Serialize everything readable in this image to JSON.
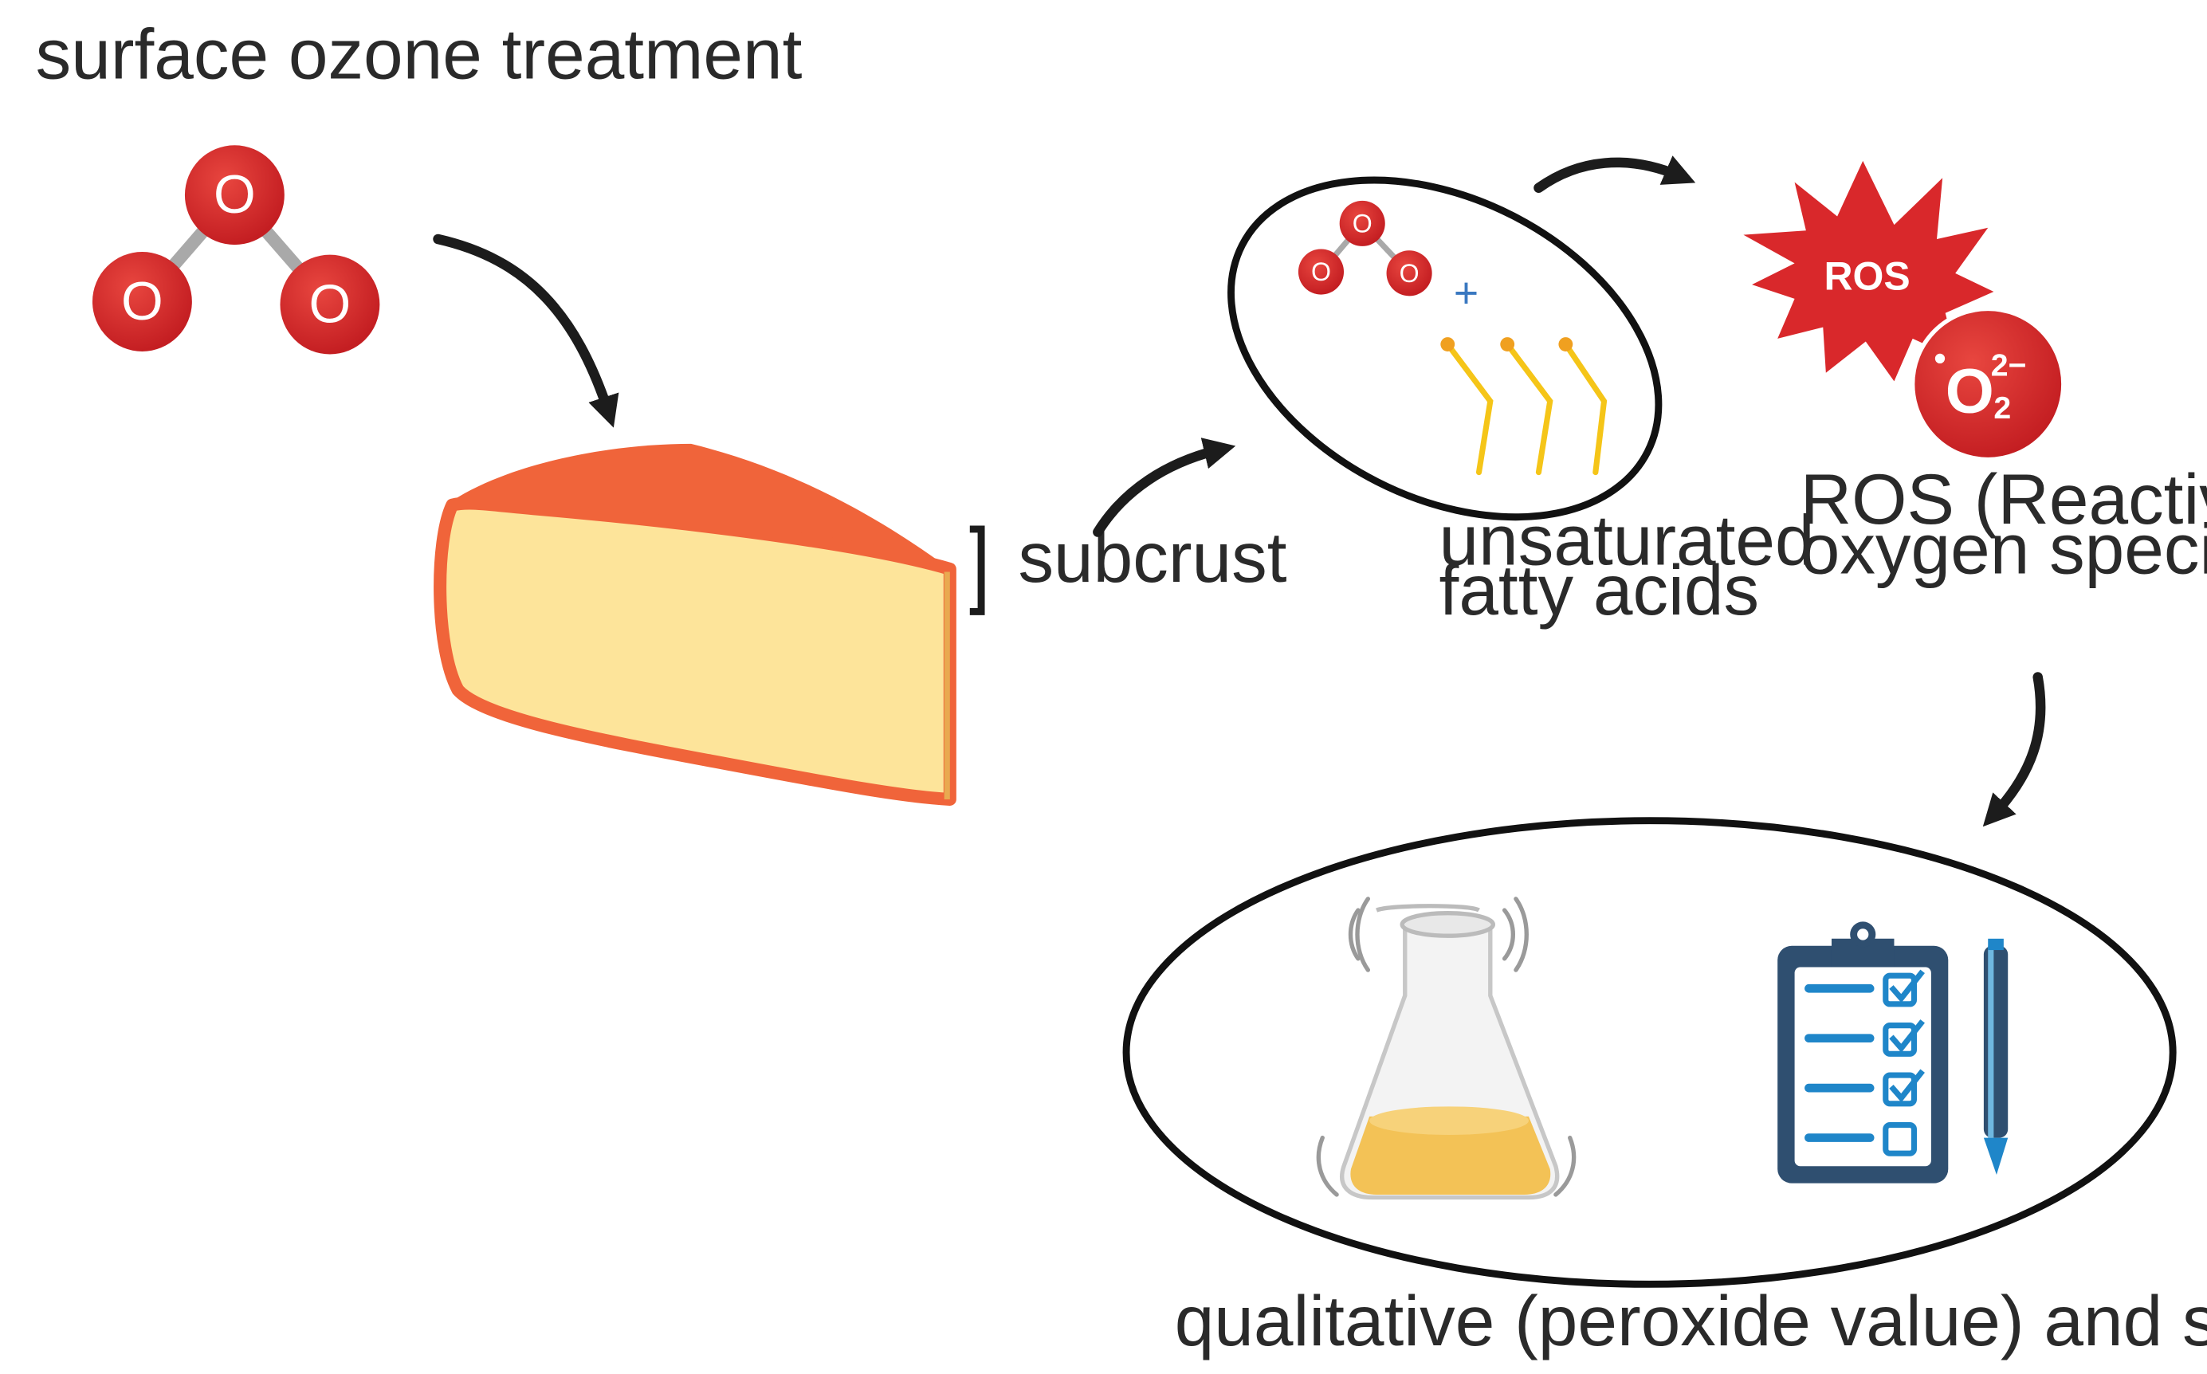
{
  "labels": {
    "title": "surface ozone treatment",
    "subcrust": "subcrust",
    "fatty_line1": "unsaturated",
    "fatty_line2": "fatty acids",
    "ros_line1": "ROS (Reactive",
    "ros_line2": "oxygen species)",
    "evaluation": "qualitative (peroxide value) and sensorial evaluation"
  },
  "ozone_atom": "O",
  "plus_sign": "+",
  "ros_burst": "ROS",
  "superoxide": {
    "radical_dot": "•",
    "element": "O",
    "charge": "2−",
    "subscript": "2"
  },
  "icons": {
    "ozone": "ozone-molecule-icon",
    "cheese": "cheese-wedge-icon",
    "flask": "erlenmeyer-flask-icon",
    "clipboard": "checklist-clipboard-icon",
    "pen": "pen-icon"
  },
  "colors": {
    "oxygen_atom": "#d9282b",
    "cheese_rind": "#f0643a",
    "cheese_body": "#fde49a",
    "fatty_acid": "#f5c518",
    "flask_liquid": "#f2b93a",
    "clipboard": "#2f4f70",
    "check_blue": "#1f86c9",
    "arrow": "#1c1c1c"
  }
}
